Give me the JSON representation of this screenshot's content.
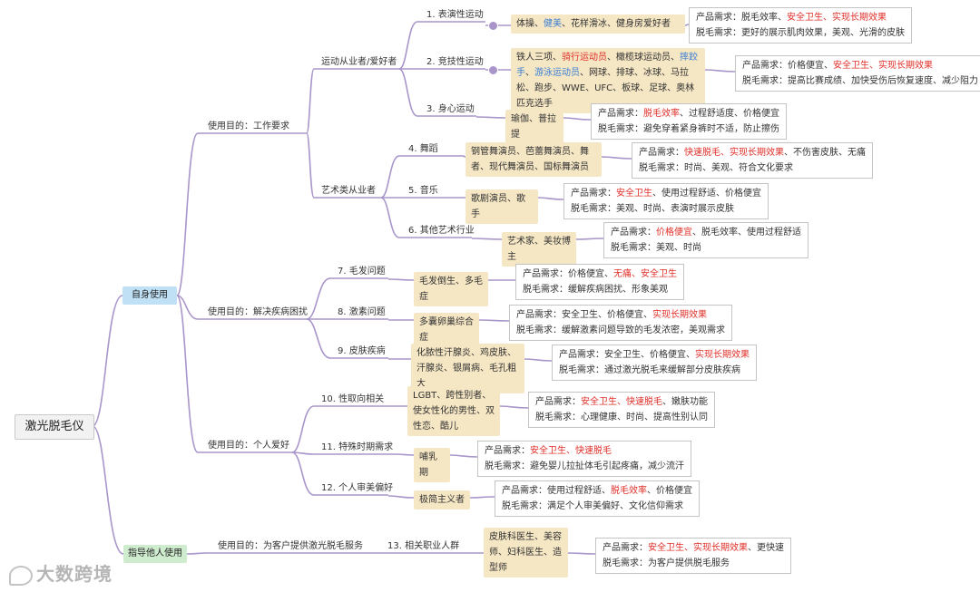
{
  "root": "激光脱毛仪",
  "branches": [
    {
      "label": "自身使用",
      "purposes": [
        {
          "label": "使用目的：工作要求",
          "groups": [
            {
              "label": "运动从业者/爱好者",
              "items": [
                {
                  "num": "1. 表演性运动",
                  "people": [
                    {
                      "t": "体操、"
                    },
                    {
                      "t": "健美",
                      "c": "blue"
                    },
                    {
                      "t": "、花样滑冰、健身房爱好者"
                    }
                  ],
                  "product": [
                    {
                      "t": "产品需求：脱毛效率、"
                    },
                    {
                      "t": "安全卫生、实现长期效果",
                      "c": "red"
                    }
                  ],
                  "removal": [
                    {
                      "t": "脱毛需求：更好的展示肌肉效果，美观、光滑的皮肤"
                    }
                  ]
                },
                {
                  "num": "2. 竞技性运动",
                  "people": [
                    {
                      "t": "铁人三项、"
                    },
                    {
                      "t": "骑行运动员",
                      "c": "red"
                    },
                    {
                      "t": "、橄榄球运动员、"
                    },
                    {
                      "t": "摔跤手",
                      "c": "blue"
                    },
                    {
                      "t": "、"
                    },
                    {
                      "t": "游泳运动员",
                      "c": "blue"
                    },
                    {
                      "t": "、网球、排球、冰球、马拉松、跑步、WWE、UFC、板球、足球、奥林匹克选手"
                    }
                  ],
                  "product": [
                    {
                      "t": "产品需求：价格便宜、"
                    },
                    {
                      "t": "安全卫生、实现长期效果",
                      "c": "red"
                    }
                  ],
                  "removal": [
                    {
                      "t": "脱毛需求：提高比赛成绩、加快受伤后恢复速度、减少阻力"
                    }
                  ]
                },
                {
                  "num": "3. 身心运动",
                  "people": [
                    {
                      "t": "瑜伽、普拉提"
                    }
                  ],
                  "product": [
                    {
                      "t": "产品需求："
                    },
                    {
                      "t": "脱毛效率",
                      "c": "red"
                    },
                    {
                      "t": "、过程舒适度、价格便宜"
                    }
                  ],
                  "removal": [
                    {
                      "t": "脱毛需求：避免穿着紧身裤时不适，防止擦伤"
                    }
                  ]
                }
              ]
            },
            {
              "label": "艺术类从业者",
              "items": [
                {
                  "num": "4. 舞蹈",
                  "people": [
                    {
                      "t": "钢管舞演员、芭蕾舞演员、舞者、现代舞演员、国标舞演员"
                    }
                  ],
                  "product": [
                    {
                      "t": "产品需求："
                    },
                    {
                      "t": "快速脱毛、实现长期效果",
                      "c": "red"
                    },
                    {
                      "t": "、不伤害皮肤、无痛"
                    }
                  ],
                  "removal": [
                    {
                      "t": "脱毛需求：时尚、美观、符合文化要求"
                    }
                  ]
                },
                {
                  "num": "5. 音乐",
                  "people": [
                    {
                      "t": "歌剧演员、歌手"
                    }
                  ],
                  "product": [
                    {
                      "t": "产品需求："
                    },
                    {
                      "t": "安全卫生",
                      "c": "red"
                    },
                    {
                      "t": "、使用过程舒适、价格便宜"
                    }
                  ],
                  "removal": [
                    {
                      "t": "脱毛需求：美观、时尚、表演时展示皮肤"
                    }
                  ]
                },
                {
                  "num": "6. 其他艺术行业",
                  "people": [
                    {
                      "t": "艺术家、美妆博主"
                    }
                  ],
                  "product": [
                    {
                      "t": "产品需求："
                    },
                    {
                      "t": "价格便宜",
                      "c": "red"
                    },
                    {
                      "t": "、脱毛效率、使用过程舒适"
                    }
                  ],
                  "removal": [
                    {
                      "t": "脱毛需求：美观、时尚"
                    }
                  ]
                }
              ]
            }
          ]
        },
        {
          "label": "使用目的：解决疾病困扰",
          "items": [
            {
              "num": "7. 毛发问题",
              "people": [
                {
                  "t": "毛发倒生、多毛症"
                }
              ],
              "product": [
                {
                  "t": "产品需求：价格便宜、"
                },
                {
                  "t": "无痛、安全卫生",
                  "c": "red"
                }
              ],
              "removal": [
                {
                  "t": "脱毛需求：缓解疾病困扰、形象美观"
                }
              ]
            },
            {
              "num": "8. 激素问题",
              "people": [
                {
                  "t": "多囊卵巢综合症"
                }
              ],
              "product": [
                {
                  "t": "产品需求：安全卫生、价格便宜、"
                },
                {
                  "t": "实现长期效果",
                  "c": "red"
                }
              ],
              "removal": [
                {
                  "t": "脱毛需求：缓解激素问题导致的毛发浓密，美观需求"
                }
              ]
            },
            {
              "num": "9. 皮肤疾病",
              "people": [
                {
                  "t": "化脓性汗腺炎、鸡皮肤、汗腺炎、银屑病、毛孔粗大"
                }
              ],
              "product": [
                {
                  "t": "产品需求：安全卫生、价格便宜、"
                },
                {
                  "t": "实现长期效果",
                  "c": "red"
                }
              ],
              "removal": [
                {
                  "t": "脱毛需求：通过激光脱毛来缓解部分皮肤疾病"
                }
              ]
            }
          ]
        },
        {
          "label": "使用目的：个人爱好",
          "items": [
            {
              "num": "10. 性取向相关",
              "people": [
                {
                  "t": "LGBT、跨性别者、使女性化的男性、双性恋、酷儿"
                }
              ],
              "product": [
                {
                  "t": "产品需求："
                },
                {
                  "t": "安全卫生、快速脱毛",
                  "c": "red"
                },
                {
                  "t": "、嫩肤功能"
                }
              ],
              "removal": [
                {
                  "t": "脱毛需求：心理健康、时尚、提高性别认同"
                }
              ]
            },
            {
              "num": "11. 特殊时期需求",
              "people": [
                {
                  "t": "哺乳期"
                }
              ],
              "product": [
                {
                  "t": "产品需求："
                },
                {
                  "t": "安全卫生、快速脱毛",
                  "c": "red"
                }
              ],
              "removal": [
                {
                  "t": "脱毛需求：避免婴儿拉扯体毛引起疼痛，减少流汗"
                }
              ]
            },
            {
              "num": "12. 个人审美偏好",
              "people": [
                {
                  "t": "极简主义者"
                }
              ],
              "product": [
                {
                  "t": "产品需求：使用过程舒适、"
                },
                {
                  "t": "脱毛效率",
                  "c": "red"
                },
                {
                  "t": "、价格便宜"
                }
              ],
              "removal": [
                {
                  "t": "脱毛需求：满足个人审美偏好、文化信仰需求"
                }
              ]
            }
          ]
        }
      ]
    },
    {
      "label": "指导他人使用",
      "purposes": [
        {
          "label": "使用目的：为客户提供激光脱毛服务",
          "items": [
            {
              "num": "13. 相关职业人群",
              "people": [
                {
                  "t": "皮肤科医生、美容师、妇科医生、造型师"
                }
              ],
              "product": [
                {
                  "t": "产品需求："
                },
                {
                  "t": "安全卫生、实现长期效果",
                  "c": "red"
                },
                {
                  "t": "、更快速"
                }
              ],
              "removal": [
                {
                  "t": "脱毛需求：为客户提供脱毛服务"
                }
              ]
            }
          ]
        }
      ]
    }
  ],
  "watermark": "大数跨境",
  "colors": {
    "link": "#a995c9",
    "tan": "#f5e6c4",
    "blue_node": "#bfe0f5",
    "green_node": "#cfeccf",
    "red": "#e0302a",
    "blue": "#3a7fd5"
  }
}
